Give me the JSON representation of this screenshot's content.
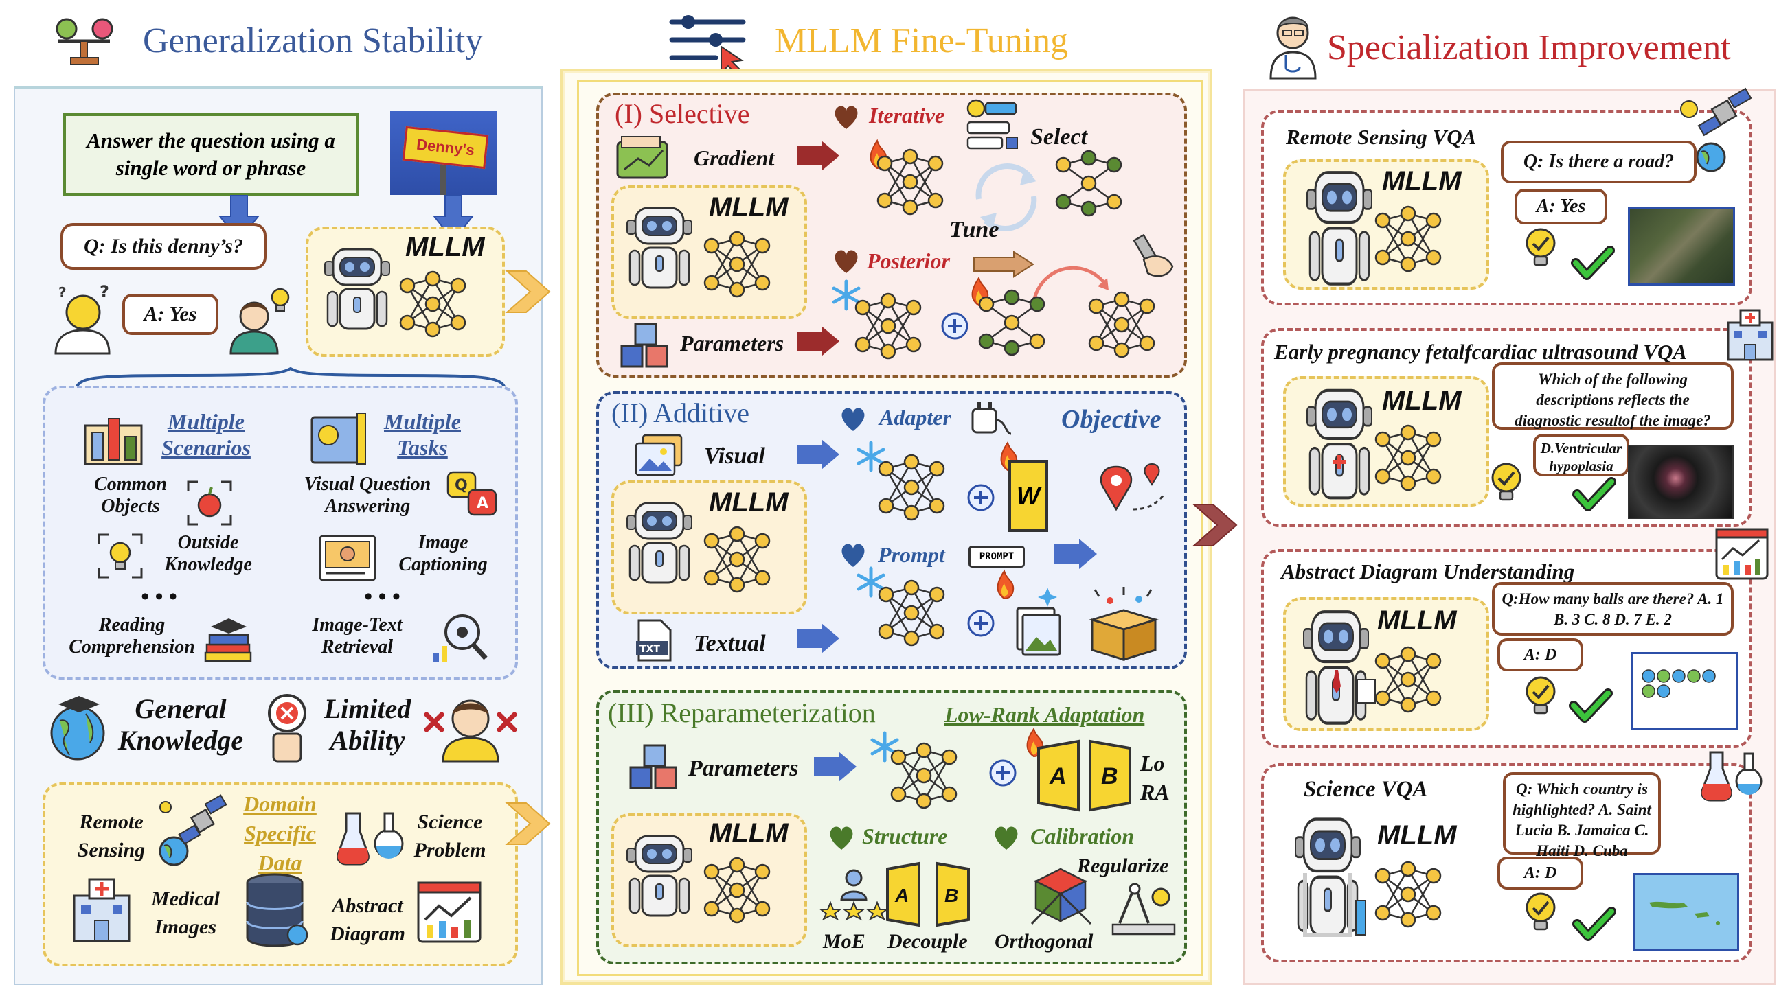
{
  "headers": {
    "left": "Generalization Stability",
    "middle": "MLLM Fine-Tuning",
    "right": "Specialization Improvement"
  },
  "colors": {
    "left_header": "#3b5a9a",
    "middle_header": "#f2b630",
    "right_header": "#c0282d",
    "selective_title": "#c0282d",
    "additive_title": "#2f5a9e",
    "repar_title": "#4a7a2a",
    "domain_label": "#c9a227"
  },
  "left": {
    "instruction": "Answer the question using a single word or phrase",
    "sign_text": "Denny's",
    "question": "Q: Is this denny’s?",
    "answer": "A: Yes",
    "mllm": "MLLM",
    "multiple_scenarios": "Multiple Scenarios",
    "multiple_tasks": "Multiple Tasks",
    "scenarios": [
      "Common Objects",
      "Outside Knowledge",
      "Reading Comprehension"
    ],
    "tasks": [
      "Visual Question Answering",
      "Image Captioning",
      "Image-Text Retrieval"
    ],
    "ellipsis": "• • •",
    "general_knowledge": "General Knowledge",
    "limited_ability": "Limited Ability",
    "domain_specific": "Domain Specific Data",
    "domains": [
      "Remote Sensing",
      "Science Problem",
      "Medical Images",
      "Abstract Diagram"
    ]
  },
  "middle": {
    "selective": {
      "title": "(I) Selective",
      "gradient": "Gradient",
      "parameters": "Parameters",
      "mllm": "MLLM",
      "iterative": "Iterative",
      "select": "Select",
      "tune": "Tune",
      "posterior": "Posterior"
    },
    "additive": {
      "title": "(II) Additive",
      "visual": "Visual",
      "textual": "Textual",
      "mllm": "MLLM",
      "adapter": "Adapter",
      "objective": "Objective",
      "prompt": "Prompt",
      "prompt_tag": "PROMPT",
      "w": "W",
      "txt": "TXT"
    },
    "repar": {
      "title": "(III) Reparameterization",
      "lora_name": "Low-Rank Adaptation",
      "parameters": "Parameters",
      "mllm": "MLLM",
      "a": "A",
      "b": "B",
      "lora": "Lo RA",
      "structure": "Structure",
      "calibration": "Calibration",
      "regularize": "Regularize",
      "moe": "MoE",
      "decouple": "Decouple",
      "orthogonal": "Orthogonal"
    }
  },
  "right": {
    "rs": {
      "title": "Remote Sensing VQA",
      "question": "Q: Is there a road?",
      "answer": "A: Yes",
      "mllm": "MLLM"
    },
    "med": {
      "title": "Early pregnancy fetalfcardiac ultrasound VQA",
      "question": "Which of the following descriptions reflects the diagnostic resultof the image?",
      "answer": "D.Ventricular hypoplasia",
      "mllm": "MLLM"
    },
    "abs": {
      "title": "Abstract Diagram Understanding",
      "question": "Q:How many balls are there? A. 1 B. 3 C. 8 D. 7 E. 2",
      "answer": "A: D",
      "mllm": "MLLM"
    },
    "sci": {
      "title": "Science VQA",
      "question": "Q: Which country is highlighted? A. Saint Lucia B. Jamaica C. Haiti D. Cuba",
      "answer": "A: D",
      "mllm": "MLLM"
    }
  }
}
